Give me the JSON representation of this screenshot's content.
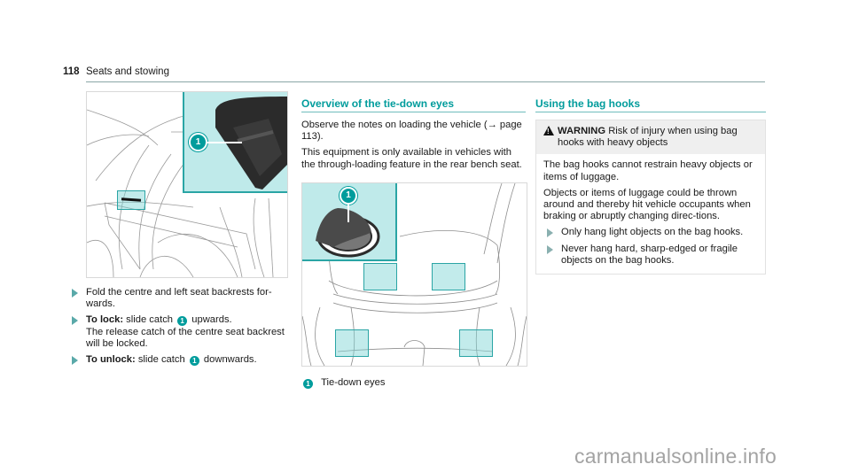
{
  "header": {
    "page_number": "118",
    "section": "Seats and stowing"
  },
  "figure1": {
    "callout": "1",
    "description": "Rear seat backrest with catch detail inset"
  },
  "column1": {
    "steps": [
      {
        "text": "Fold the centre and left seat backrests for-wards."
      },
      {
        "bold": "To lock:",
        "pre": " slide catch ",
        "callout": "1",
        "post": " upwards.",
        "extra": "The release catch of the centre seat backrest will be locked."
      },
      {
        "bold": "To unlock:",
        "pre": " slide catch ",
        "callout": "1",
        "post": " downwards."
      }
    ]
  },
  "column2": {
    "heading": "Overview of the tie-down eyes",
    "para1": "Observe the notes on loading the vehicle (→ page 113).",
    "para2": "This equipment is only available in vehicles with the through-loading feature in the rear bench seat.",
    "figure_callout": "1",
    "legend": [
      {
        "callout": "1",
        "label": "Tie-down eyes"
      }
    ]
  },
  "column3": {
    "heading": "Using the bag hooks",
    "warning": {
      "icon": "warning-triangle-icon",
      "label": "WARNING",
      "title": "Risk of injury when using bag hooks with heavy objects",
      "para1": "The bag hooks cannot restrain heavy objects or items of luggage.",
      "para2": "Objects or items of luggage could be thrown around and thereby hit vehicle occupants when braking or abruptly changing direc-tions.",
      "steps": [
        "Only hang light objects on the bag hooks.",
        "Never hang hard, sharp-edged or fragile objects on the bag hooks."
      ]
    }
  },
  "watermark": "carmanualsonline.info",
  "colors": {
    "accent": "#009c9c",
    "inset_bg": "#bfeaea",
    "warning_bg": "#efefef"
  }
}
